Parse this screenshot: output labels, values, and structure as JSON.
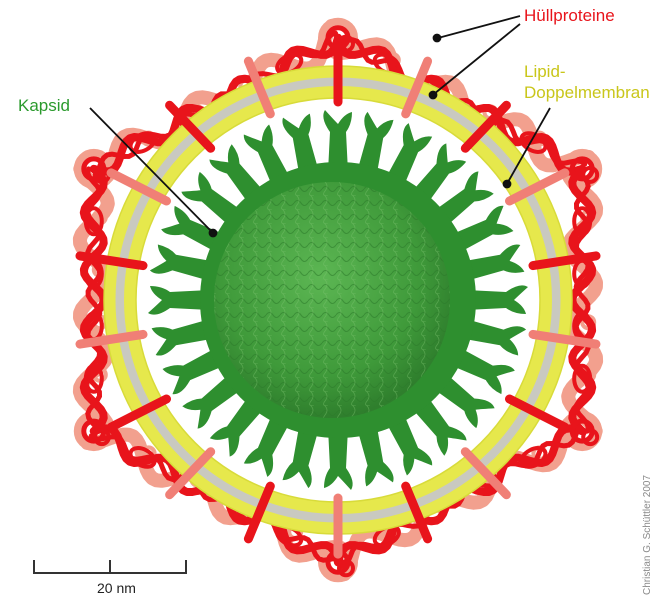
{
  "labels": {
    "envelope_proteins": "Hüllproteine",
    "lipid_line1": "Lipid-",
    "lipid_line2": "Doppelmembran",
    "capsid": "Kapsid",
    "scale": "20 nm"
  },
  "credit": "Christian G. Schüttler 2007",
  "colors": {
    "envelope_protein": "#e8141b",
    "envelope_protein_light": "#f2a08e",
    "lipid_membrane": "#e6e84c",
    "lipid_inner": "#c9c9c0",
    "capsid_dark": "#2e8f2f",
    "capsid_core": "#47a33f"
  },
  "icons": [
    "envelope-protein-shape",
    "capsid-spike-shape",
    "scale-bar"
  ]
}
